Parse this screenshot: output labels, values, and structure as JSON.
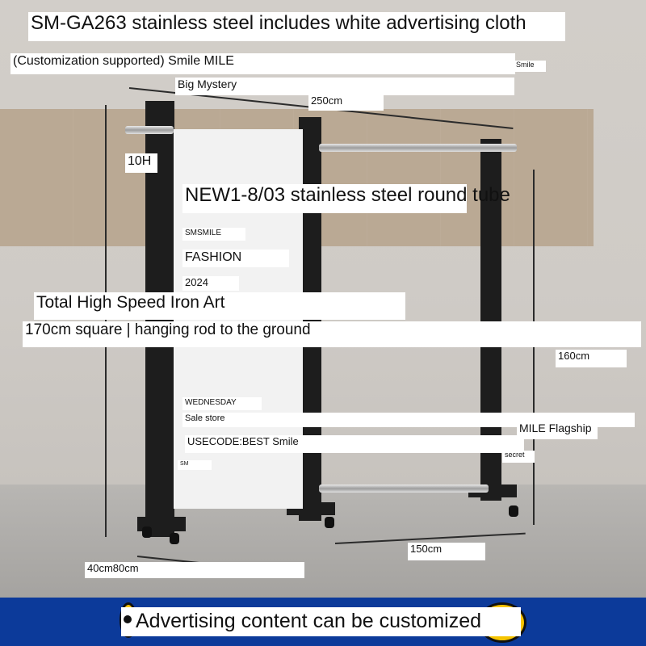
{
  "header": {
    "title": "SM-GA263 stainless steel includes white advertising cloth",
    "subtitle": "(Customization supported) Smile MILE",
    "brand_small": "Smile",
    "series_name": "Big Mystery"
  },
  "dimensions": {
    "width": "250cm",
    "tube_spacing": "10H",
    "side_height": "160cm",
    "depth_pair": "40cm80cm",
    "bottom_width": "150cm"
  },
  "feature_1": "NEW1-8/03 stainless steel round tube",
  "poster": {
    "brand": "SMSMILE",
    "headline": "FASHION",
    "year": "2024",
    "day": "WEDNESDAY",
    "sale": "Sale store",
    "code": "USECODE:BEST Smile",
    "tag": "SM",
    "secret": "secret"
  },
  "feature_2": "Total High Speed Iron Art",
  "feature_3": "170cm square | hanging rod to the ground",
  "store_label": "MILE Flagship",
  "footer": {
    "text": "Advertising content can be customized",
    "arrow_icon": "up-arrow-icon",
    "banner_color": "#0c3a9a",
    "accent_color": "#f6c400"
  }
}
